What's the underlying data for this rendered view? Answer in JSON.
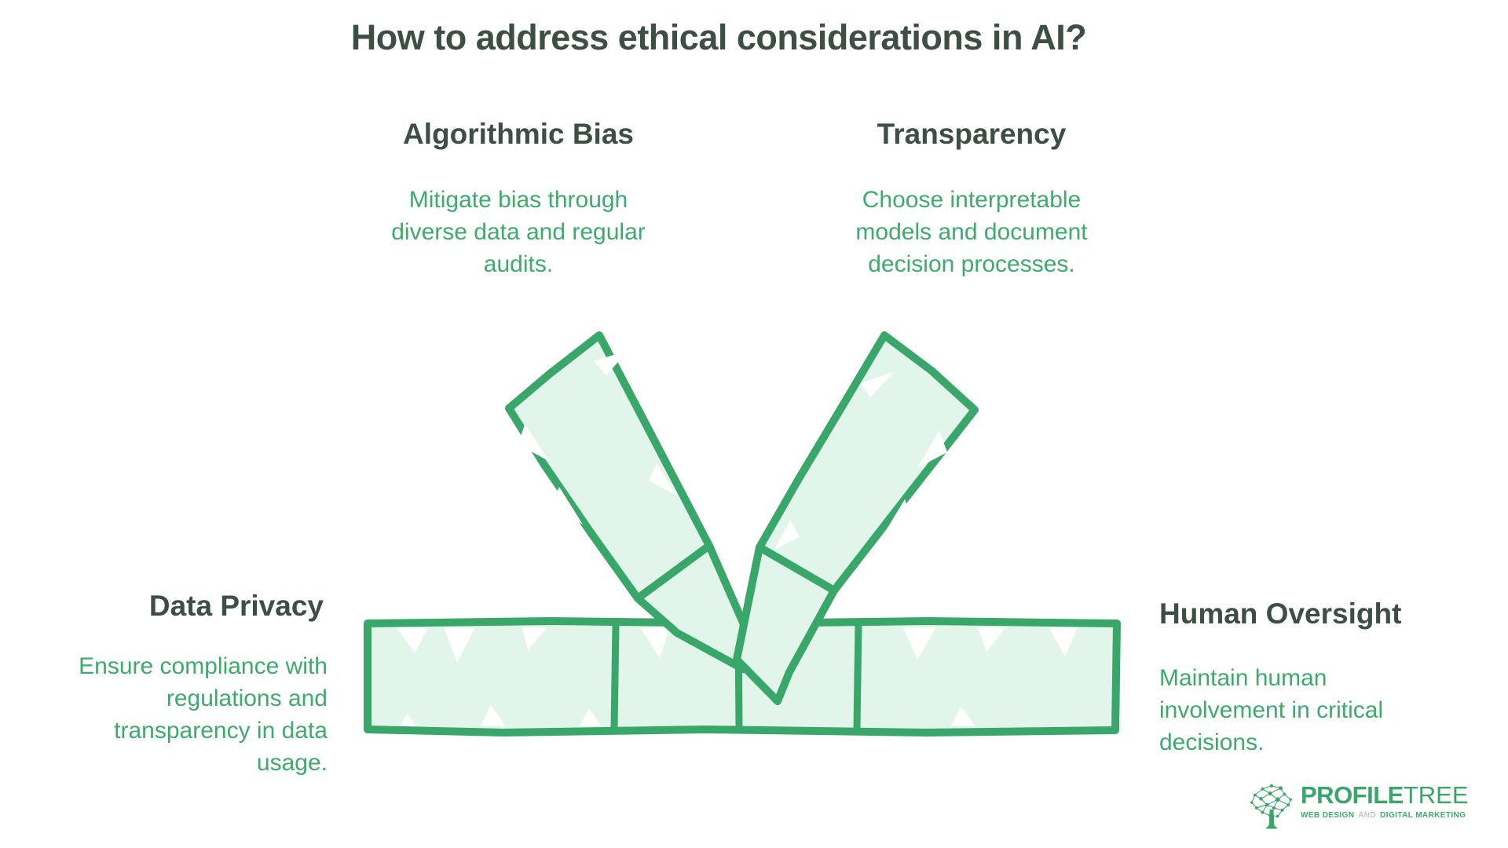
{
  "title": "How to address ethical considerations in AI?",
  "sections": {
    "algorithmic_bias": {
      "heading": "Algorithmic Bias",
      "lines": [
        "Mitigate bias through",
        "diverse data and regular",
        "audits."
      ]
    },
    "transparency": {
      "heading": "Transparency",
      "lines": [
        "Choose interpretable",
        "models and document",
        "decision processes."
      ]
    },
    "data_privacy": {
      "heading": "Data Privacy",
      "lines": [
        "Ensure compliance with",
        "regulations and",
        "transparency in data",
        "usage."
      ]
    },
    "human_oversight": {
      "heading": "Human Oversight",
      "lines": [
        "Maintain human",
        "involvement in critical",
        "decisions."
      ]
    }
  },
  "logo": {
    "brand_bold": "PROFILE",
    "brand_light": "TREE",
    "tagline_left": "WEB DESIGN",
    "tagline_and": "AND",
    "tagline_right": "DIGITAL MARKETING"
  },
  "colors": {
    "accent_green": "#3aa76a",
    "body_text_green": "#3cab6c",
    "heading_dark": "#3b4f44",
    "mint_fill": "#e2f5ea",
    "background": "#ffffff"
  }
}
